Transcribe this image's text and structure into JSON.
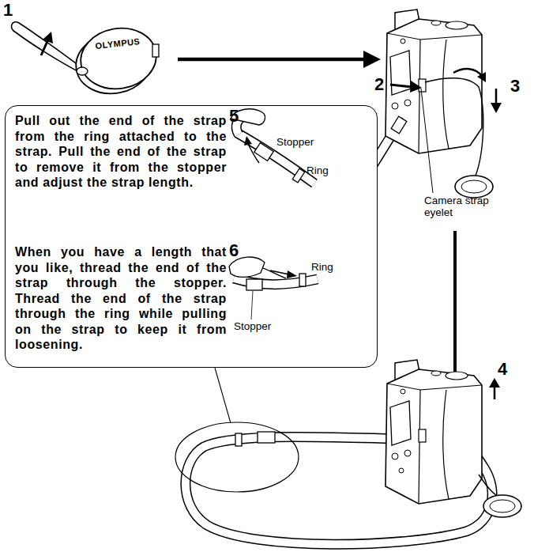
{
  "diagram": {
    "nodes": [
      {
        "text": [
          "Pull out the end of the strap from the ring attached to the strap. Pull the end of the strap to remove it from the stopper and adjust the strap length.",
          "When you have a length that you like, thread the end of the strap through the stopper. Thread the end of the strap through the ring while pulling on the strap to keep it from loosening."
        ]
      }
    ],
    "labels": [
      "1",
      "OLYMPUS",
      "2",
      "3",
      "Camera strap eyelet",
      "5",
      "Stopper",
      "Ring",
      "6",
      "Ring",
      "Stopper",
      "4"
    ]
  }
}
